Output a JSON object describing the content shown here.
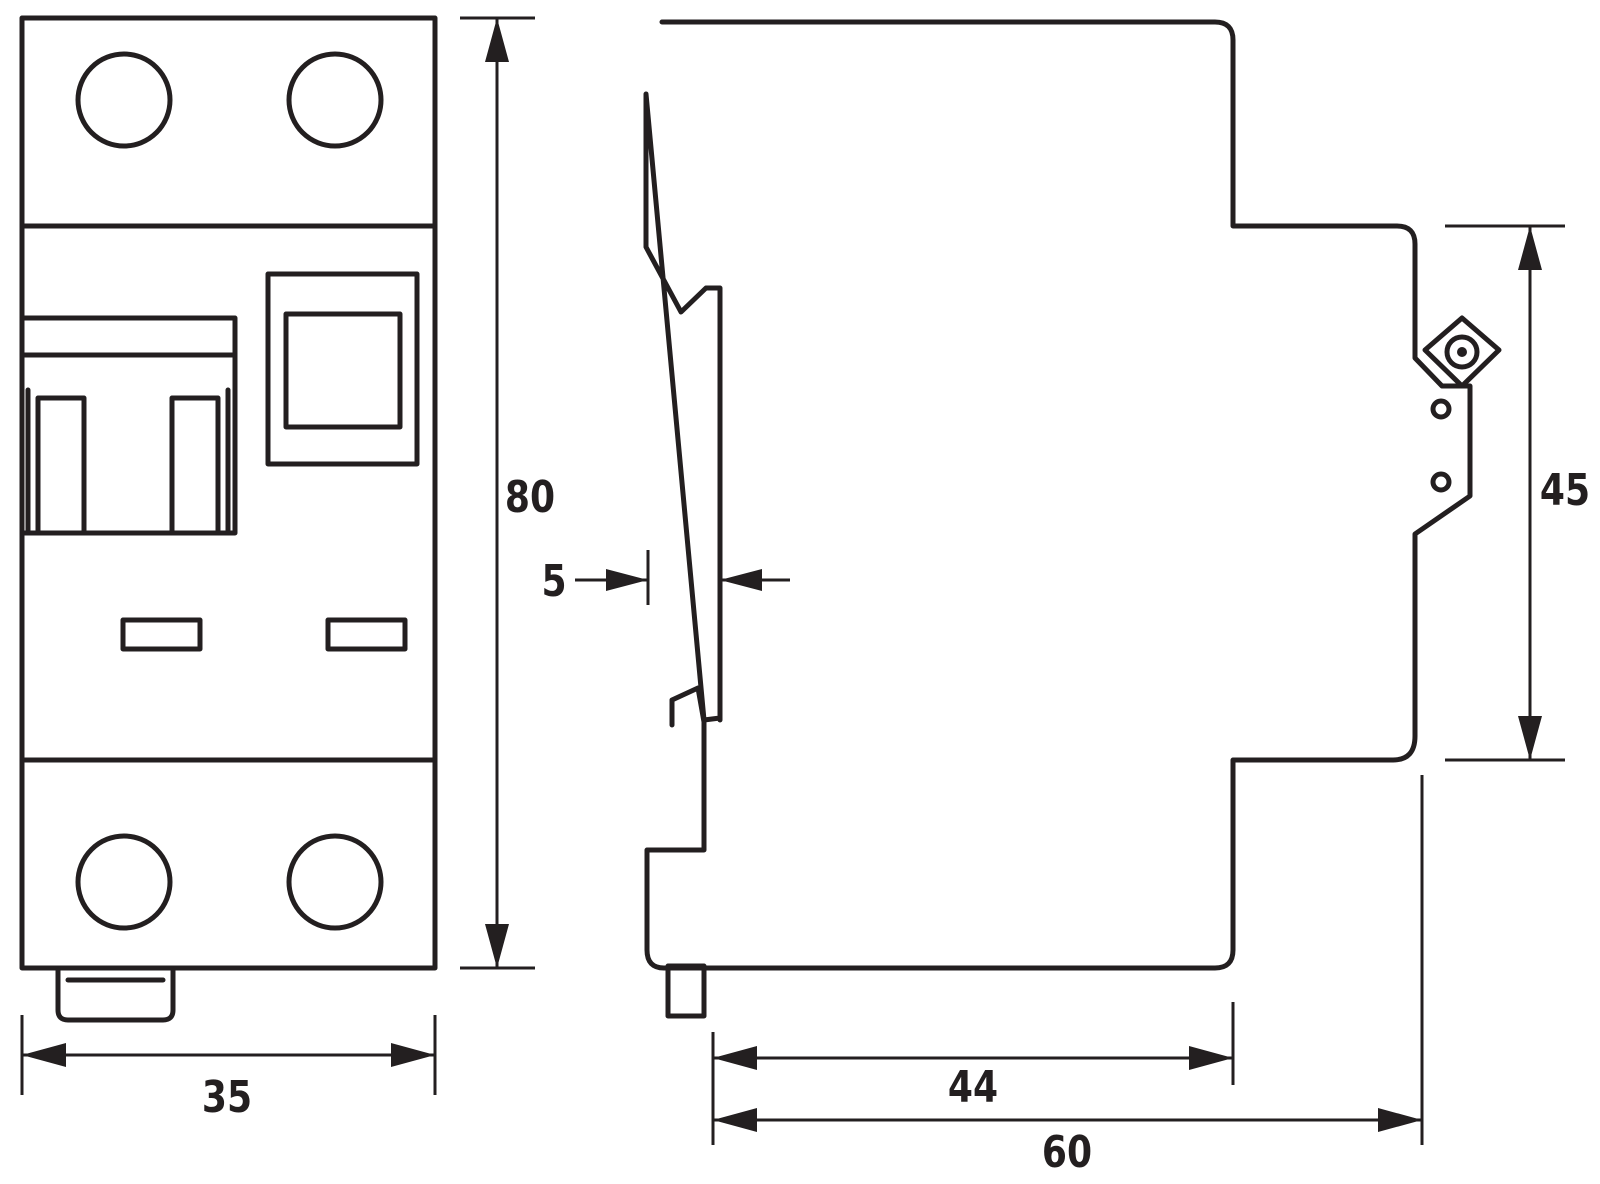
{
  "dimensions": {
    "width": "35",
    "height": "80",
    "rail_offset": "5",
    "front_height": "45",
    "depth_44": "44",
    "depth_60": "60"
  },
  "colors": {
    "line": "#231f20",
    "background": "#ffffff"
  }
}
